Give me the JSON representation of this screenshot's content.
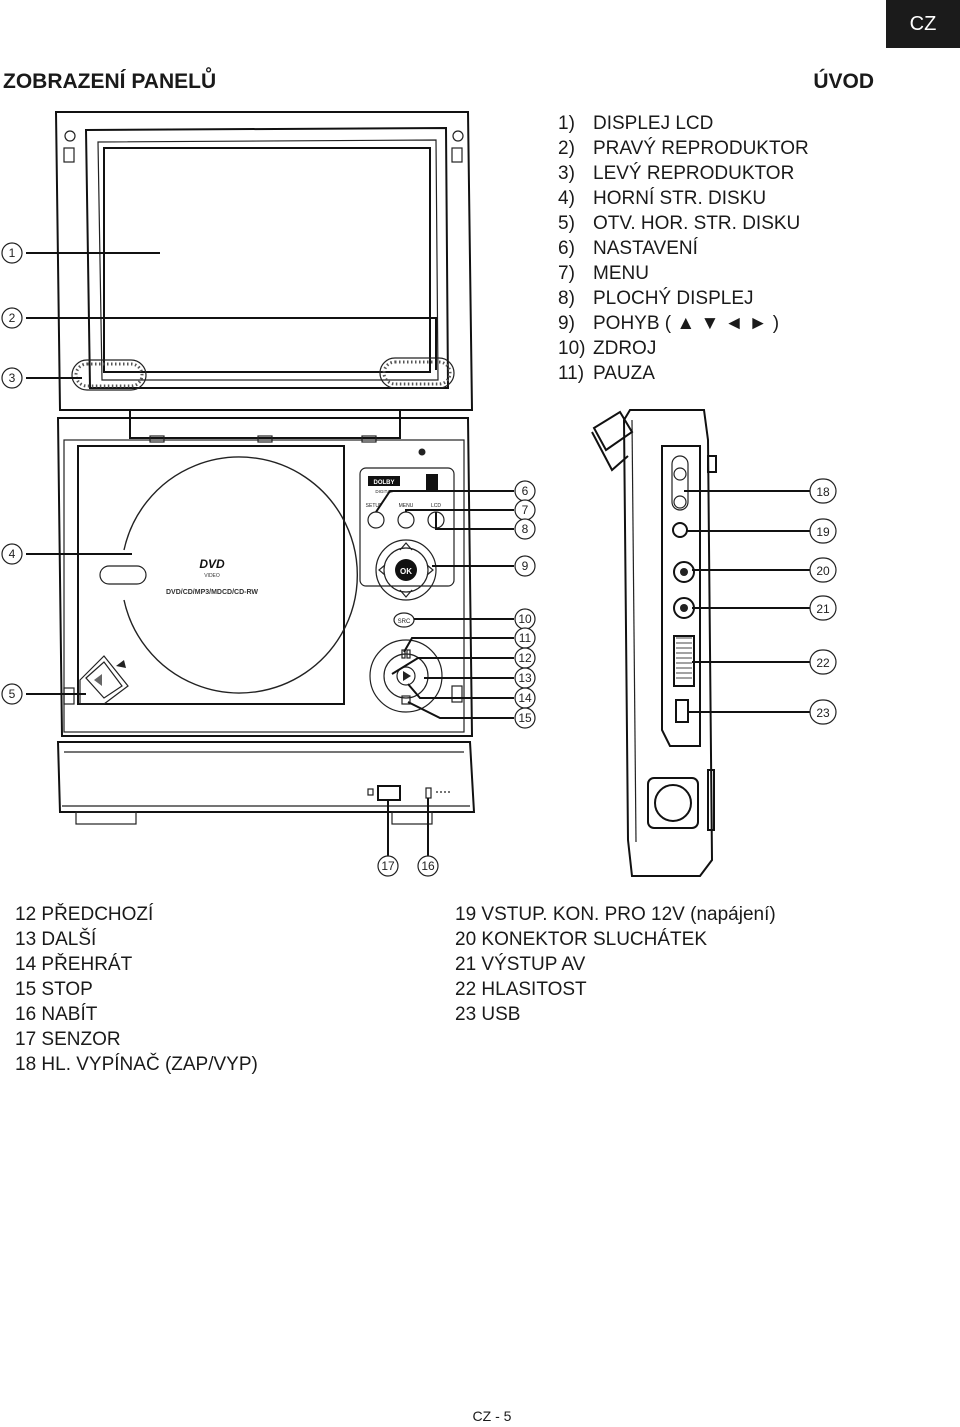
{
  "lang_tab": "CZ",
  "heading_left": "ZOBRAZENÍ PANELŮ",
  "heading_right": "ÚVOD",
  "legend_top": [
    {
      "num": "1)",
      "label": "DISPLEJ LCD"
    },
    {
      "num": "2)",
      "label": "PRAVÝ REPRODUKTOR"
    },
    {
      "num": "3)",
      "label": "LEVÝ REPRODUKTOR"
    },
    {
      "num": "4)",
      "label": "HORNÍ STR. DISKU"
    },
    {
      "num": "5)",
      "label": "OTV. HOR. STR. DISKU"
    },
    {
      "num": "6)",
      "label": "NASTAVENÍ"
    },
    {
      "num": "7)",
      "label": "MENU"
    },
    {
      "num": "8)",
      "label": "PLOCHÝ DISPLEJ"
    },
    {
      "num": "9)",
      "label": "POHYB ( ▲ ▼ ◄ ► )"
    },
    {
      "num": "10)",
      "label": "ZDROJ"
    },
    {
      "num": "11)",
      "label": "PAUZA"
    }
  ],
  "legend_bottom_left": [
    "12 PŘEDCHOZÍ",
    "13 DALŠÍ",
    "14 PŘEHRÁT",
    "15 STOP",
    "16 NABÍT",
    "17 SENZOR",
    "18 HL. VYPÍNAČ (ZAP/VYP)"
  ],
  "legend_bottom_right": [
    "19 VSTUP. KON. PRO 12V (napájení)",
    "20 KONEKTOR SLUCHÁTEK",
    "21 VÝSTUP AV",
    "22 HLASITOST",
    "23 USB"
  ],
  "callouts": [
    "1",
    "2",
    "3",
    "4",
    "5",
    "6",
    "7",
    "8",
    "9",
    "10",
    "11",
    "12",
    "13",
    "14",
    "15",
    "16",
    "17",
    "18",
    "19",
    "20",
    "21",
    "22",
    "23"
  ],
  "device_labels": {
    "dvd_logo": "DVD",
    "dvd_sub": "VIDEO",
    "formats": "DVD/CD/MP3/MDCD/CD-RW",
    "dolby": "DOLBY",
    "dolby_sub": "DIGITAL",
    "setup": "SETUP",
    "menu": "MENU",
    "lcd": "LCD",
    "ok": "OK",
    "src": "SRC"
  },
  "footer": "CZ - 5"
}
